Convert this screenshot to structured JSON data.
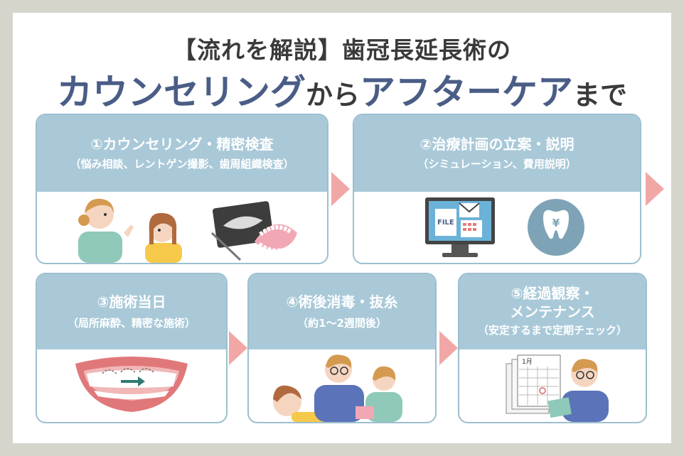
{
  "title": {
    "line1": "【流れを解説】歯冠長延長術の",
    "line2_a": "カウンセリング",
    "line2_b": "から",
    "line2_c": "アフターケア",
    "line2_d": "まで"
  },
  "steps": [
    {
      "title": "①カウンセリング・精密検査",
      "sub": "（悩み相談、レントゲン撮影、歯周組織検査）"
    },
    {
      "title": "②治療計画の立案・説明",
      "sub": "（シミュレーション、費用説明）",
      "file_label": "FILE",
      "yen": "¥"
    },
    {
      "title": "③施術当日",
      "sub": "（局所麻酔、精密な施術）"
    },
    {
      "title": "④術後消毒・抜糸",
      "sub": "（約1〜2週間後）"
    },
    {
      "title_line1": "⑤経過観察・",
      "title_line2": "メンテナンス",
      "sub": "（安定するまで定期チェック）",
      "cal_label": "1月"
    }
  ],
  "colors": {
    "accent": "#4a5d86",
    "header": "#a9c9d8",
    "arrow": "#f2a7a7",
    "border": "#9dbfcf"
  }
}
